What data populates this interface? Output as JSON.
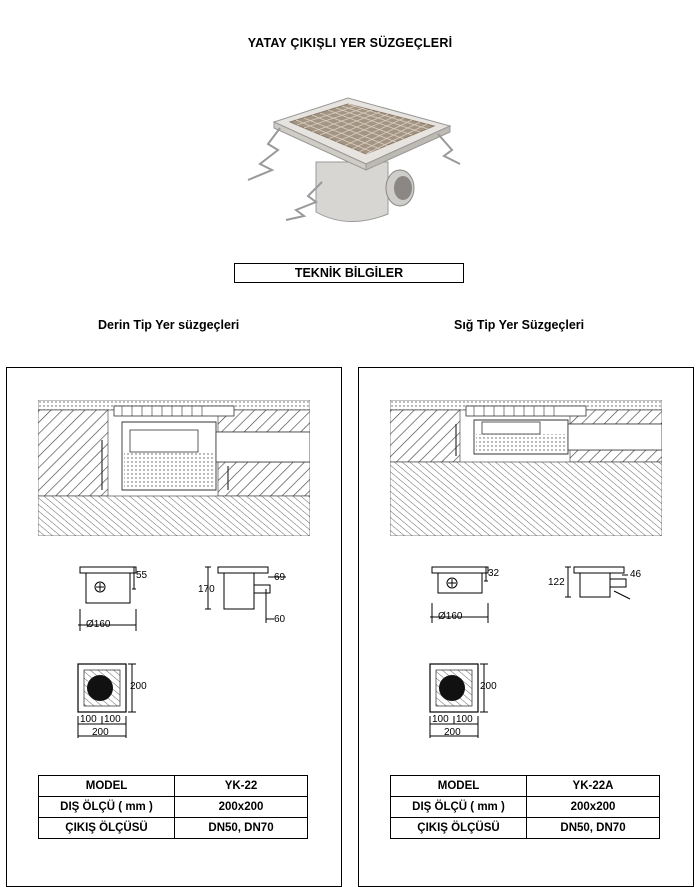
{
  "page": {
    "title": "YATAY ÇIKIŞLI YER SÜZGEÇLERİ",
    "tech_heading": "TEKNİK BİLGİLER"
  },
  "left": {
    "heading": "Derin Tip Yer süzgeçleri",
    "dims": {
      "top_height": "55",
      "diameter": "Ø160",
      "side_height": "170",
      "side_top": "69",
      "side_outlet": "60",
      "plan_size": "200",
      "plan_half_a": "100",
      "plan_half_b": "100",
      "plan_width": "200"
    },
    "table": {
      "rows": [
        {
          "label": "MODEL",
          "value": "YK-22"
        },
        {
          "label": "DIŞ ÖLÇÜ ( mm )",
          "value": "200x200"
        },
        {
          "label": "ÇIKIŞ ÖLÇÜSÜ",
          "value": "DN50, DN70"
        }
      ]
    }
  },
  "right": {
    "heading": "Sığ Tip Yer Süzgeçleri",
    "dims": {
      "top_height": "32",
      "diameter": "Ø160",
      "side_height": "122",
      "side_top": "46",
      "plan_size": "200",
      "plan_half_a": "100",
      "plan_half_b": "100",
      "plan_width": "200"
    },
    "table": {
      "rows": [
        {
          "label": "MODEL",
          "value": "YK-22A"
        },
        {
          "label": "DIŞ ÖLÇÜ ( mm )",
          "value": "200x200"
        },
        {
          "label": "ÇIKIŞ ÖLÇÜSÜ",
          "value": "DN50, DN70"
        }
      ]
    }
  }
}
